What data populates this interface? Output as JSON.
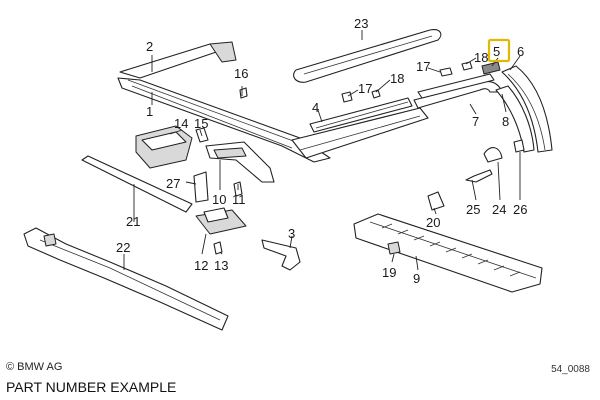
{
  "labels": {
    "p1": "1",
    "p2": "2",
    "p3": "3",
    "p4": "4",
    "p5": "5",
    "p6": "6",
    "p7": "7",
    "p8": "8",
    "p9": "9",
    "p10": "10",
    "p11": "11",
    "p12": "12",
    "p13": "13",
    "p14": "14",
    "p15": "15",
    "p16": "16",
    "p17a": "17",
    "p17b": "17",
    "p18a": "18",
    "p18b": "18",
    "p19": "19",
    "p20": "20",
    "p21": "21",
    "p22": "22",
    "p23": "23",
    "p24": "24",
    "p25": "25",
    "p26": "26",
    "p27": "27"
  },
  "highlighted_part": "5",
  "highlight_color": "#e5b800",
  "footer": {
    "copyright": "© BMW AG",
    "reference": "54_0088",
    "caption": "PART NUMBER EXAMPLE"
  }
}
